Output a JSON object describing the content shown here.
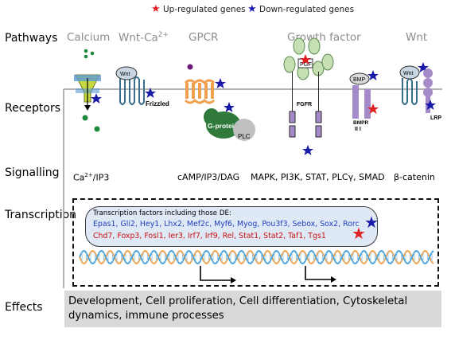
{
  "legend": {
    "up": "Up-regulated genes",
    "down": "Down-regulated genes",
    "up_color": "#e02020",
    "down_color": "#1a1aa8"
  },
  "rows": {
    "pathways": "Pathways",
    "receptors": "Receptors",
    "signalling": "Signalling",
    "transcription": "Transcription",
    "effects": "Effects"
  },
  "pathways": {
    "calcium": "Calcium",
    "wnt_ca": "Wnt-Ca",
    "wnt_ca_sup": "2+",
    "gpcr": "GPCR",
    "growth_factor": "Growth factor",
    "wnt": "Wnt"
  },
  "receptor_labels": {
    "wnt1": "Wnt",
    "frizzled": "Frizzled",
    "gprotein": "G-protein",
    "plc": "PLC",
    "fgf": "FGF",
    "fgfr": "FGFR",
    "bmp": "BMP",
    "bmpr": "BMPR",
    "bmpr_types": "II   I",
    "wnt2": "Wnt",
    "lrp": "LRP"
  },
  "signalling": {
    "calcium_pre": "Ca",
    "calcium_sup": "2+",
    "calcium_post": "/IP3",
    "gpcr": "cAMP/IP3/DAG",
    "growth": "MAPK, PI3K, STAT, PLCγ, SMAD",
    "wnt": "β-catenin"
  },
  "transcription": {
    "title": "Transcription factors including those DE:",
    "down_genes": [
      "Epas1,",
      "Gli2,",
      "Hey1,",
      "Lhx2,",
      "Mef2c,",
      "Myf6,",
      "Myog,",
      "Pou3f3,",
      "Sebox,",
      "Sox2,",
      "Rorc"
    ],
    "up_genes": [
      "Chd7,",
      "Foxp3,",
      "Fosl1,",
      "Ier3,",
      "Irf7,",
      "Irf9,",
      "Rel,",
      "Stat1,",
      "Stat2,",
      "Taf1,",
      "Tgs1"
    ]
  },
  "effects": {
    "text": "Development, Cell proliferation, Cell differentiation, Cytoskeletal dynamics, immune processes"
  }
}
